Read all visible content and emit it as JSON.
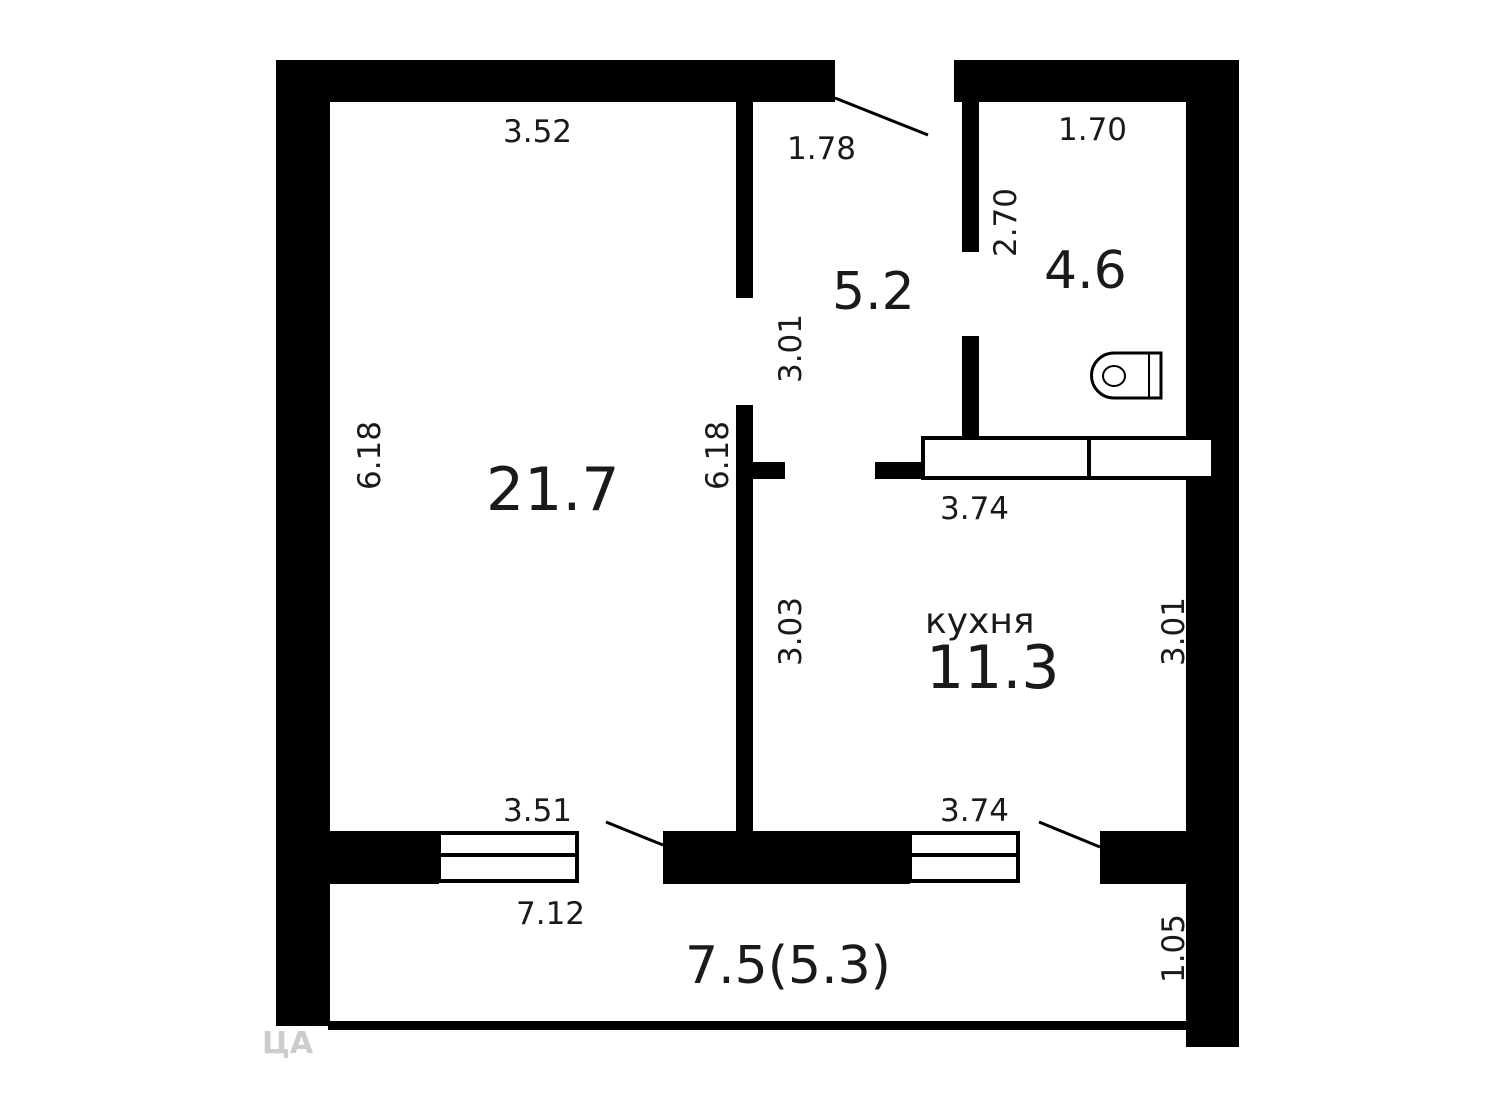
{
  "rooms": {
    "living": {
      "area": "21.7"
    },
    "hall": {
      "area": "5.2"
    },
    "bathroom": {
      "area": "4.6"
    },
    "kitchen": {
      "name": "кухня",
      "area": "11.3"
    },
    "balcony": {
      "area": "7.5(5.3)"
    }
  },
  "dimensions": {
    "living_top": "3.52",
    "living_left": "6.18",
    "living_right": "6.18",
    "living_bottom": "3.51",
    "hall_top": "1.78",
    "hall_left": "3.01",
    "bath_top": "1.70",
    "bath_left": "2.70",
    "kitchen_top": "3.74",
    "kitchen_left": "3.03",
    "kitchen_right": "3.01",
    "kitchen_bottom": "3.74",
    "balcony_top": "7.12",
    "balcony_right": "1.05"
  },
  "fixtures": {
    "toilet_icon": "toilet-icon"
  },
  "watermark": "ЦА"
}
